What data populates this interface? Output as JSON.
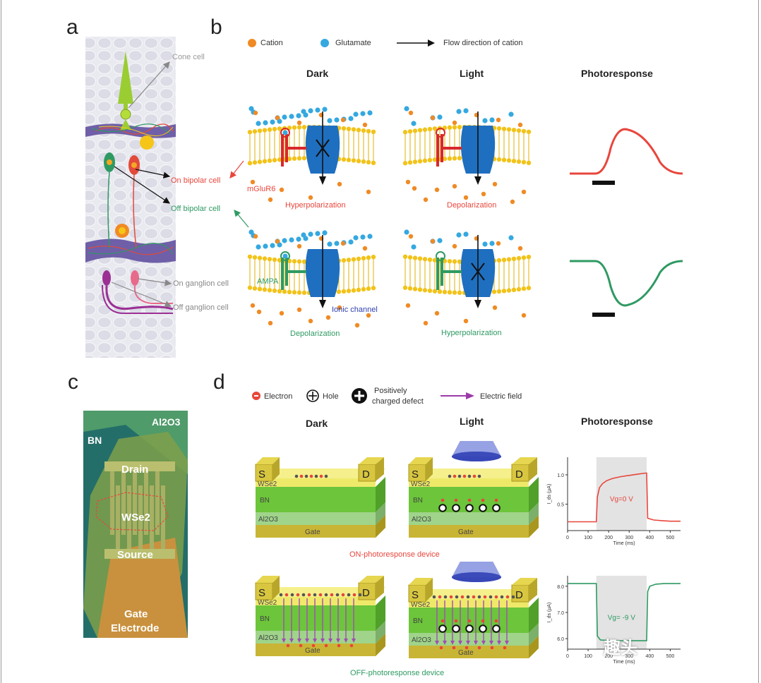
{
  "panels": {
    "a": "a",
    "b": "b",
    "c": "c",
    "d": "d"
  },
  "panel_a": {
    "cone_cell": "Cone cell",
    "on_bipolar": "On bipolar cell",
    "off_bipolar": "Off bipolar cell",
    "on_ganglion": "On ganglion cell",
    "off_ganglion": "Off ganglion cell"
  },
  "panel_b": {
    "legend": {
      "cation": "Cation",
      "glutamate": "Glutamate",
      "flow": "Flow direction of cation"
    },
    "headers": {
      "dark": "Dark",
      "light": "Light",
      "photoresponse": "Photoresponse"
    },
    "mglur6": "mGluR6",
    "ampa": "AMPA",
    "ionic_channel": "Ionic channel",
    "hyperpolarization": "Hyperpolarization",
    "depolarization": "Depolarization"
  },
  "panel_c": {
    "al2o3": "Al2O3",
    "bn": "BN",
    "drain": "Drain",
    "wse2": "WSe2",
    "source": "Source",
    "gate_electrode_1": "Gate",
    "gate_electrode_2": "Electrode"
  },
  "panel_d": {
    "legend": {
      "electron": "Electron",
      "hole": "Hole",
      "defect_1": "Positively",
      "defect_2": "charged defect",
      "efield": "Electric field"
    },
    "headers": {
      "dark": "Dark",
      "light": "Light",
      "photoresponse": "Photoresponse"
    },
    "device": {
      "s": "S",
      "d": "D",
      "wse2": "WSe2",
      "bn": "BN",
      "al2o3": "Al2O3",
      "gate": "Gate"
    },
    "on_caption": "ON-photoresponse device",
    "off_caption": "OFF-photoresponse device",
    "watermark": "趣头"
  },
  "colors": {
    "cation": "#f08a24",
    "glutamate": "#35a8e0",
    "red": "#e8463c",
    "green": "#2e9a62",
    "arrow": "#111111"
  },
  "chart_data": [
    {
      "type": "line",
      "title": "",
      "xlabel": "Time (ms)",
      "ylabel": "I_ds (μA)",
      "annotation": "Vg=0 V",
      "xlim": [
        0,
        550
      ],
      "ylim": [
        0.05,
        1.3
      ],
      "xticks": [
        "0",
        "100",
        "200",
        "300",
        "400",
        "500"
      ],
      "yticks": [
        "0.5",
        "1.0"
      ],
      "shaded": [
        140,
        385
      ],
      "x": [
        0,
        60,
        120,
        140,
        145,
        155,
        170,
        190,
        220,
        260,
        300,
        340,
        380,
        385,
        390,
        420,
        460,
        500,
        550
      ],
      "y": [
        0.2,
        0.2,
        0.2,
        0.2,
        0.62,
        0.78,
        0.85,
        0.9,
        0.94,
        0.97,
        0.99,
        1.01,
        1.03,
        1.03,
        0.26,
        0.23,
        0.22,
        0.21,
        0.21
      ]
    },
    {
      "type": "line",
      "title": "",
      "xlabel": "Time (ms)",
      "ylabel": "I_ds (μA)",
      "annotation": "Vg= -9 V",
      "xlim": [
        0,
        550
      ],
      "ylim": [
        5.6,
        8.4
      ],
      "xticks": [
        "0",
        "100",
        "200",
        "300",
        "400",
        "500"
      ],
      "yticks": [
        "6.0",
        "7.0",
        "8.0"
      ],
      "shaded": [
        140,
        385
      ],
      "x": [
        0,
        60,
        120,
        140,
        145,
        160,
        200,
        250,
        300,
        350,
        385,
        390,
        400,
        430,
        470,
        520,
        550
      ],
      "y": [
        8.1,
        8.1,
        8.1,
        8.1,
        6.1,
        5.95,
        5.93,
        5.92,
        5.92,
        5.92,
        5.92,
        7.8,
        8.0,
        8.08,
        8.1,
        8.1,
        8.1
      ]
    }
  ]
}
